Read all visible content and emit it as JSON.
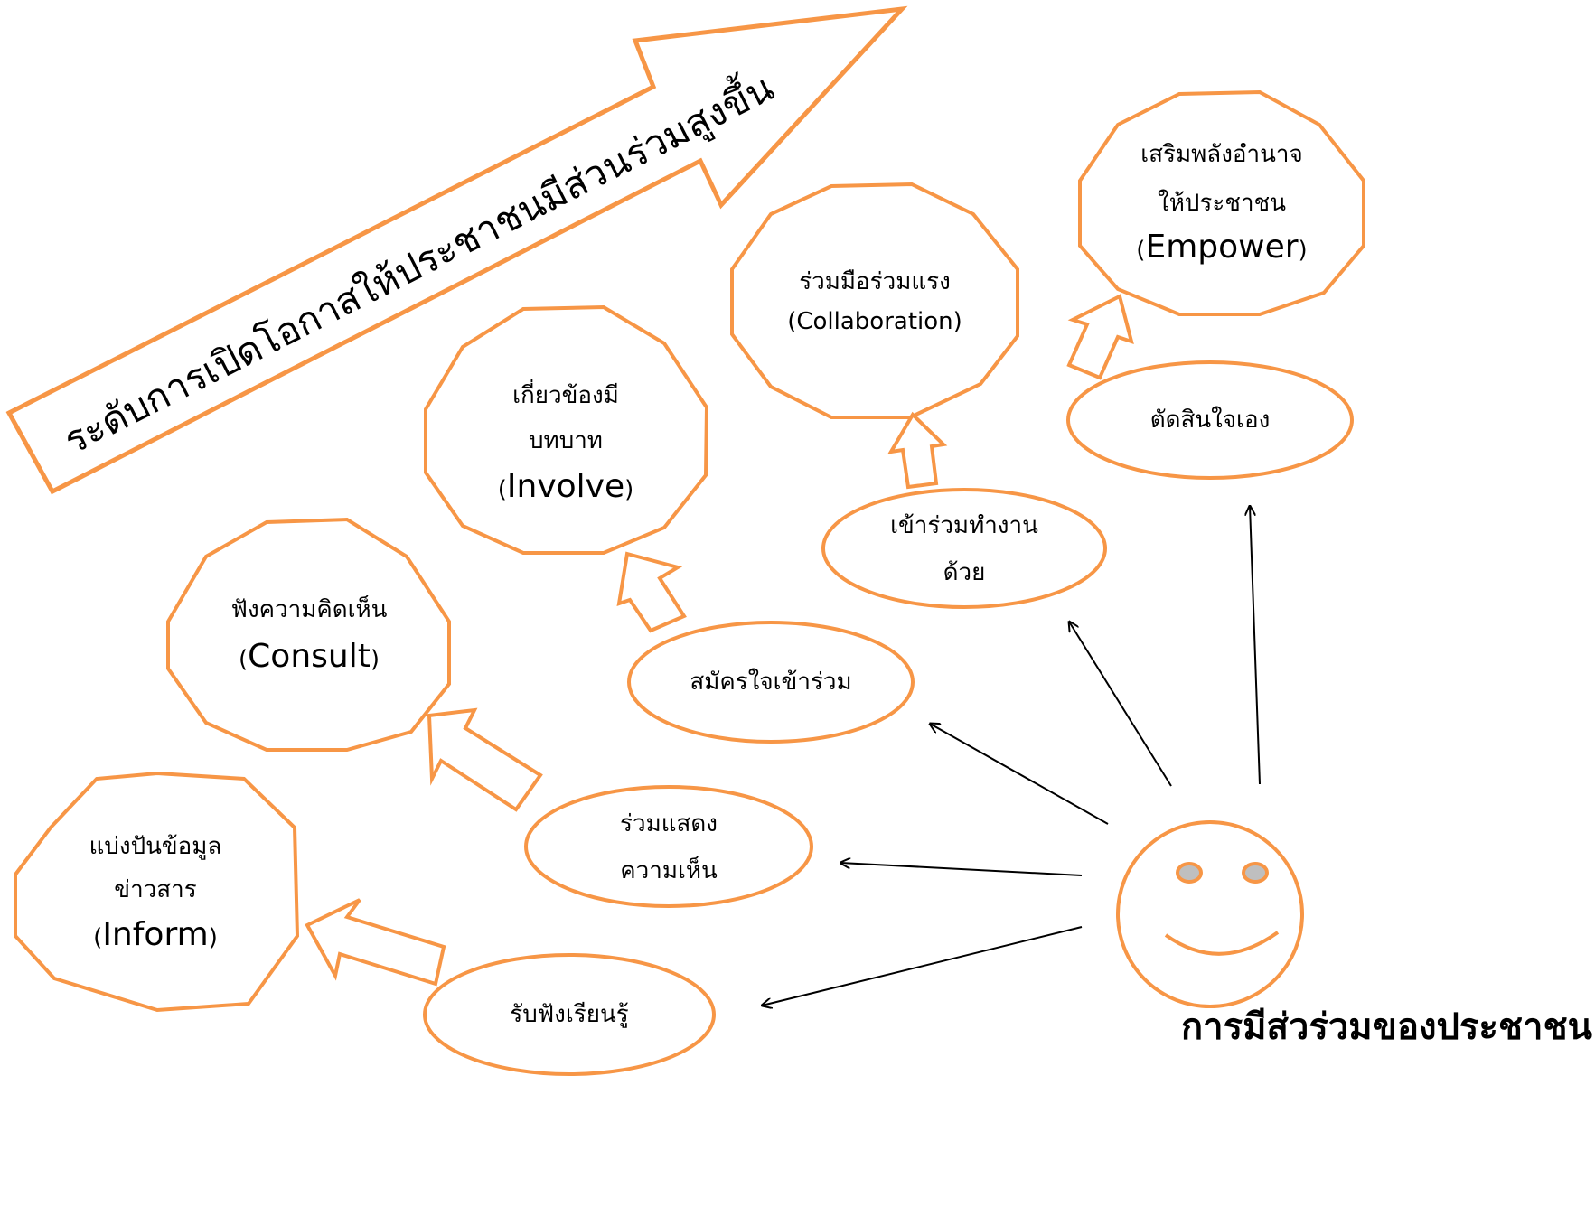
{
  "colors": {
    "outline": "#F79646",
    "eye_fill": "#BFBFBF",
    "line": "#000000",
    "background": "#FFFFFF"
  },
  "banner": {
    "text": "ระดับการเปิดโอกาสให้ประชาชนมีส่วนร่วมสูงขึ้น"
  },
  "title": "การมีส่วร่วมของประชาชน",
  "levels": {
    "inform": {
      "line1": "แบ่งปันข้อมูล",
      "line2": "ข่าวสาร",
      "eng": "Inform"
    },
    "consult": {
      "line1": "ฟังความคิดเห็น",
      "eng": "Consult"
    },
    "involve": {
      "line1": "เกี่ยวข้องมี",
      "line2": "บทบาท",
      "eng": "Involve"
    },
    "collab": {
      "line1": "ร่วมมือร่วมแรง",
      "eng": "Collaboration"
    },
    "empower": {
      "line1": "เสริมพลังอำนาจ",
      "line2": "ให้ประชาชน",
      "eng": "Empower"
    }
  },
  "actions": {
    "listen": {
      "line1": "รับฟังเรียนรู้"
    },
    "express": {
      "line1": "ร่วมแสดง",
      "line2": "ความเห็น"
    },
    "volunteer": {
      "line1": "สมัครใจเข้าร่วม"
    },
    "cowork": {
      "line1": "เข้าร่วมทำงาน",
      "line2": "ด้วย"
    },
    "decide": {
      "line1": "ตัดสินใจเอง"
    }
  },
  "icons": {
    "face": "smiley-face-icon",
    "arrows": "block-arrow-icon"
  }
}
